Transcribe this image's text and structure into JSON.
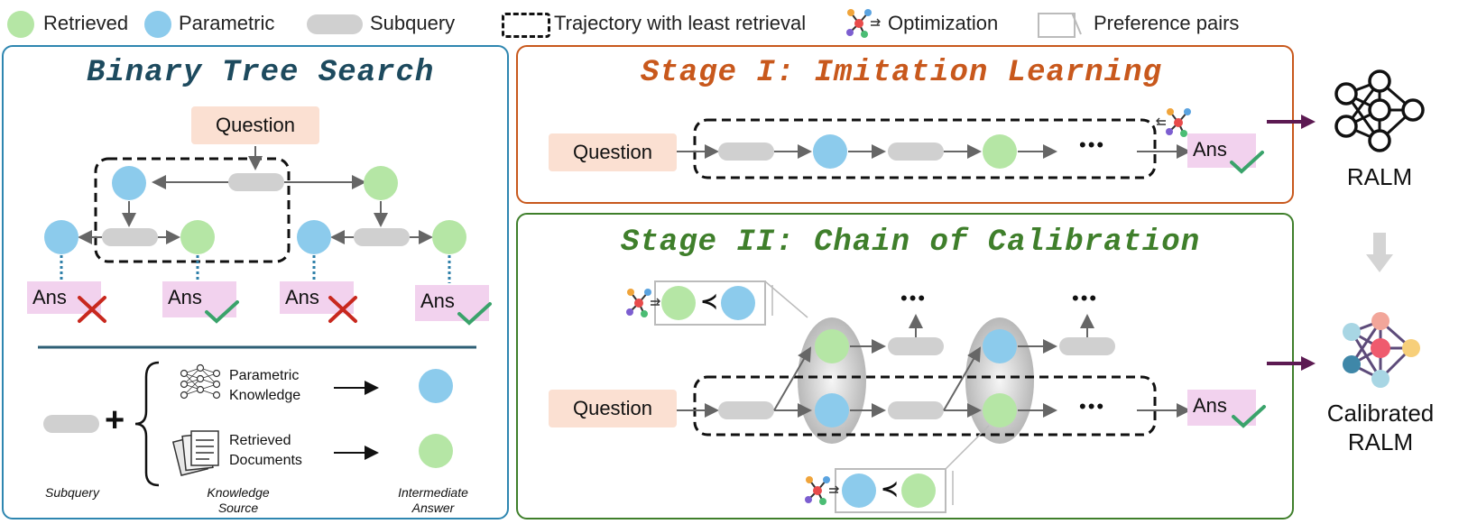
{
  "legend": {
    "retrieved": "Retrieved",
    "parametric": "Parametric",
    "subquery": "Subquery",
    "trajectory": "Trajectory with least retrieval",
    "optimization": "Optimization",
    "preference": "Preference pairs"
  },
  "left_panel": {
    "title": "Binary Tree Search",
    "question": "Question",
    "ans": "Ans",
    "knowledge_parametric": "Parametric Knowledge",
    "knowledge_retrieved": "Retrieved Documents",
    "plus": "+",
    "subquery_label": "Subquery",
    "knowledge_source_label": "Knowledge Source",
    "intermediate_answer_label": "Intermediate Answer"
  },
  "stage1": {
    "title": "Stage I: Imitation Learning",
    "question": "Question",
    "ans": "Ans",
    "ellipsis": "•••"
  },
  "stage2": {
    "title": "Stage II: Chain of Calibration",
    "question": "Question",
    "ans": "Ans",
    "ellipsis": "•••",
    "less_than": "≺"
  },
  "right": {
    "ralm": "RALM",
    "calibrated_line1": "Calibrated",
    "calibrated_line2": "RALM"
  },
  "colors": {
    "retrieved": "#b5e6a5",
    "parametric": "#8ccbec",
    "subquery": "#d0d0d0",
    "question_bg": "#fbe0d2",
    "ans_bg": "#f2d2ee",
    "left_border": "#2e86b0",
    "stage1_border": "#c8581c",
    "stage2_border": "#3f7f2b",
    "arrow_dark": "#5c1a52"
  }
}
